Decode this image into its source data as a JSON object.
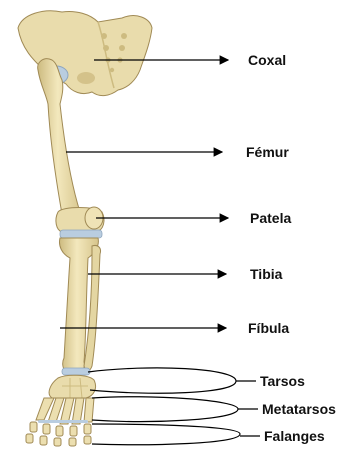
{
  "labels": {
    "coxal": "Coxal",
    "femur": "Fémur",
    "patela": "Patela",
    "tibia": "Tibia",
    "fibula": "Fíbula",
    "tarsos": "Tarsos",
    "metatarsos": "Metatarsos",
    "falanges": "Falanges"
  },
  "colors": {
    "bone": "#e9dcac",
    "bone_shadow": "#cdbb80",
    "cartilage": "#b9cde0",
    "pointer": "#000000"
  }
}
